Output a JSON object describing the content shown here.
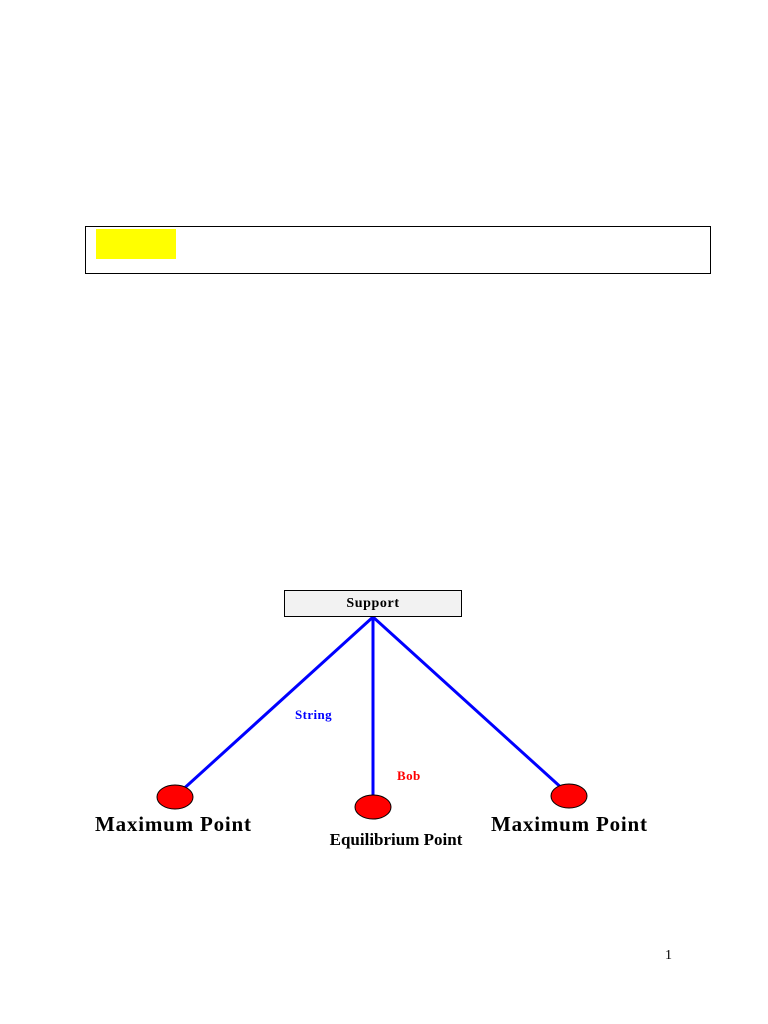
{
  "page": {
    "number": "1",
    "background_color": "#ffffff"
  },
  "banner": {
    "text": "",
    "highlight_color": "#ffff00",
    "border_color": "#000000"
  },
  "diagram": {
    "title": "simple-pendulum-diagram",
    "support": {
      "label": "Support",
      "fill_color": "#f2f2f2",
      "border_color": "#000000"
    },
    "string": {
      "label": "String",
      "color": "#0000ff"
    },
    "bob": {
      "label": "Bob",
      "color": "#ff0000",
      "outline_color": "#000000"
    },
    "labels": {
      "maximum_point_left": "Maximum Point",
      "maximum_point_right": "Maximum Point",
      "equilibrium_point": "Equilibrium\nPoint"
    }
  }
}
